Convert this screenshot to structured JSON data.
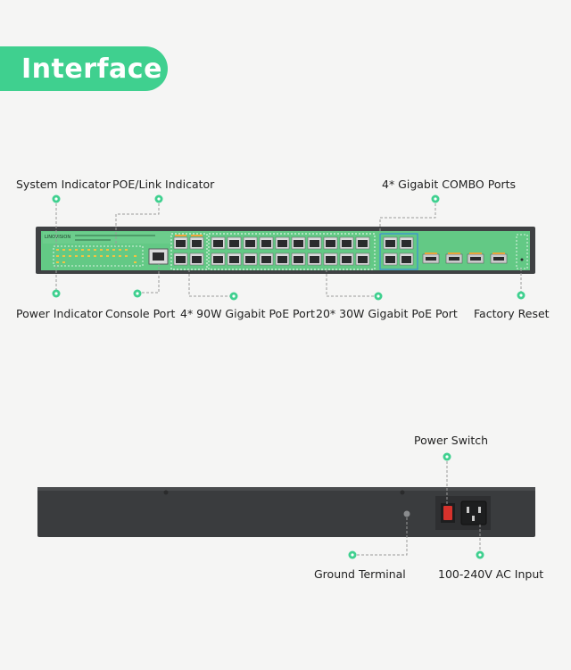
{
  "title": "Interface",
  "front_panel": {
    "brand_text": "LINOVISION",
    "labels": {
      "system_indicator": "System Indicator",
      "poe_link_indicator": "POE/Link Indicator",
      "combo_ports": "4* Gigabit COMBO Ports",
      "power_indicator": "Power Indicator",
      "console_port": "Console Port",
      "poe_90w_ports": "4* 90W Gigabit PoE Port",
      "poe_30w_ports": "20* 30W Gigabit PoE Port",
      "factory_reset": "Factory Reset"
    }
  },
  "rear_panel": {
    "labels": {
      "power_switch": "Power Switch",
      "ground_terminal": "Ground Terminal",
      "ac_input": "100-240V AC Input"
    }
  },
  "colors": {
    "accent": "#3fd08f",
    "panel_green": "#63c985",
    "chassis": "#3f4143",
    "switch_red": "#d6322c"
  }
}
